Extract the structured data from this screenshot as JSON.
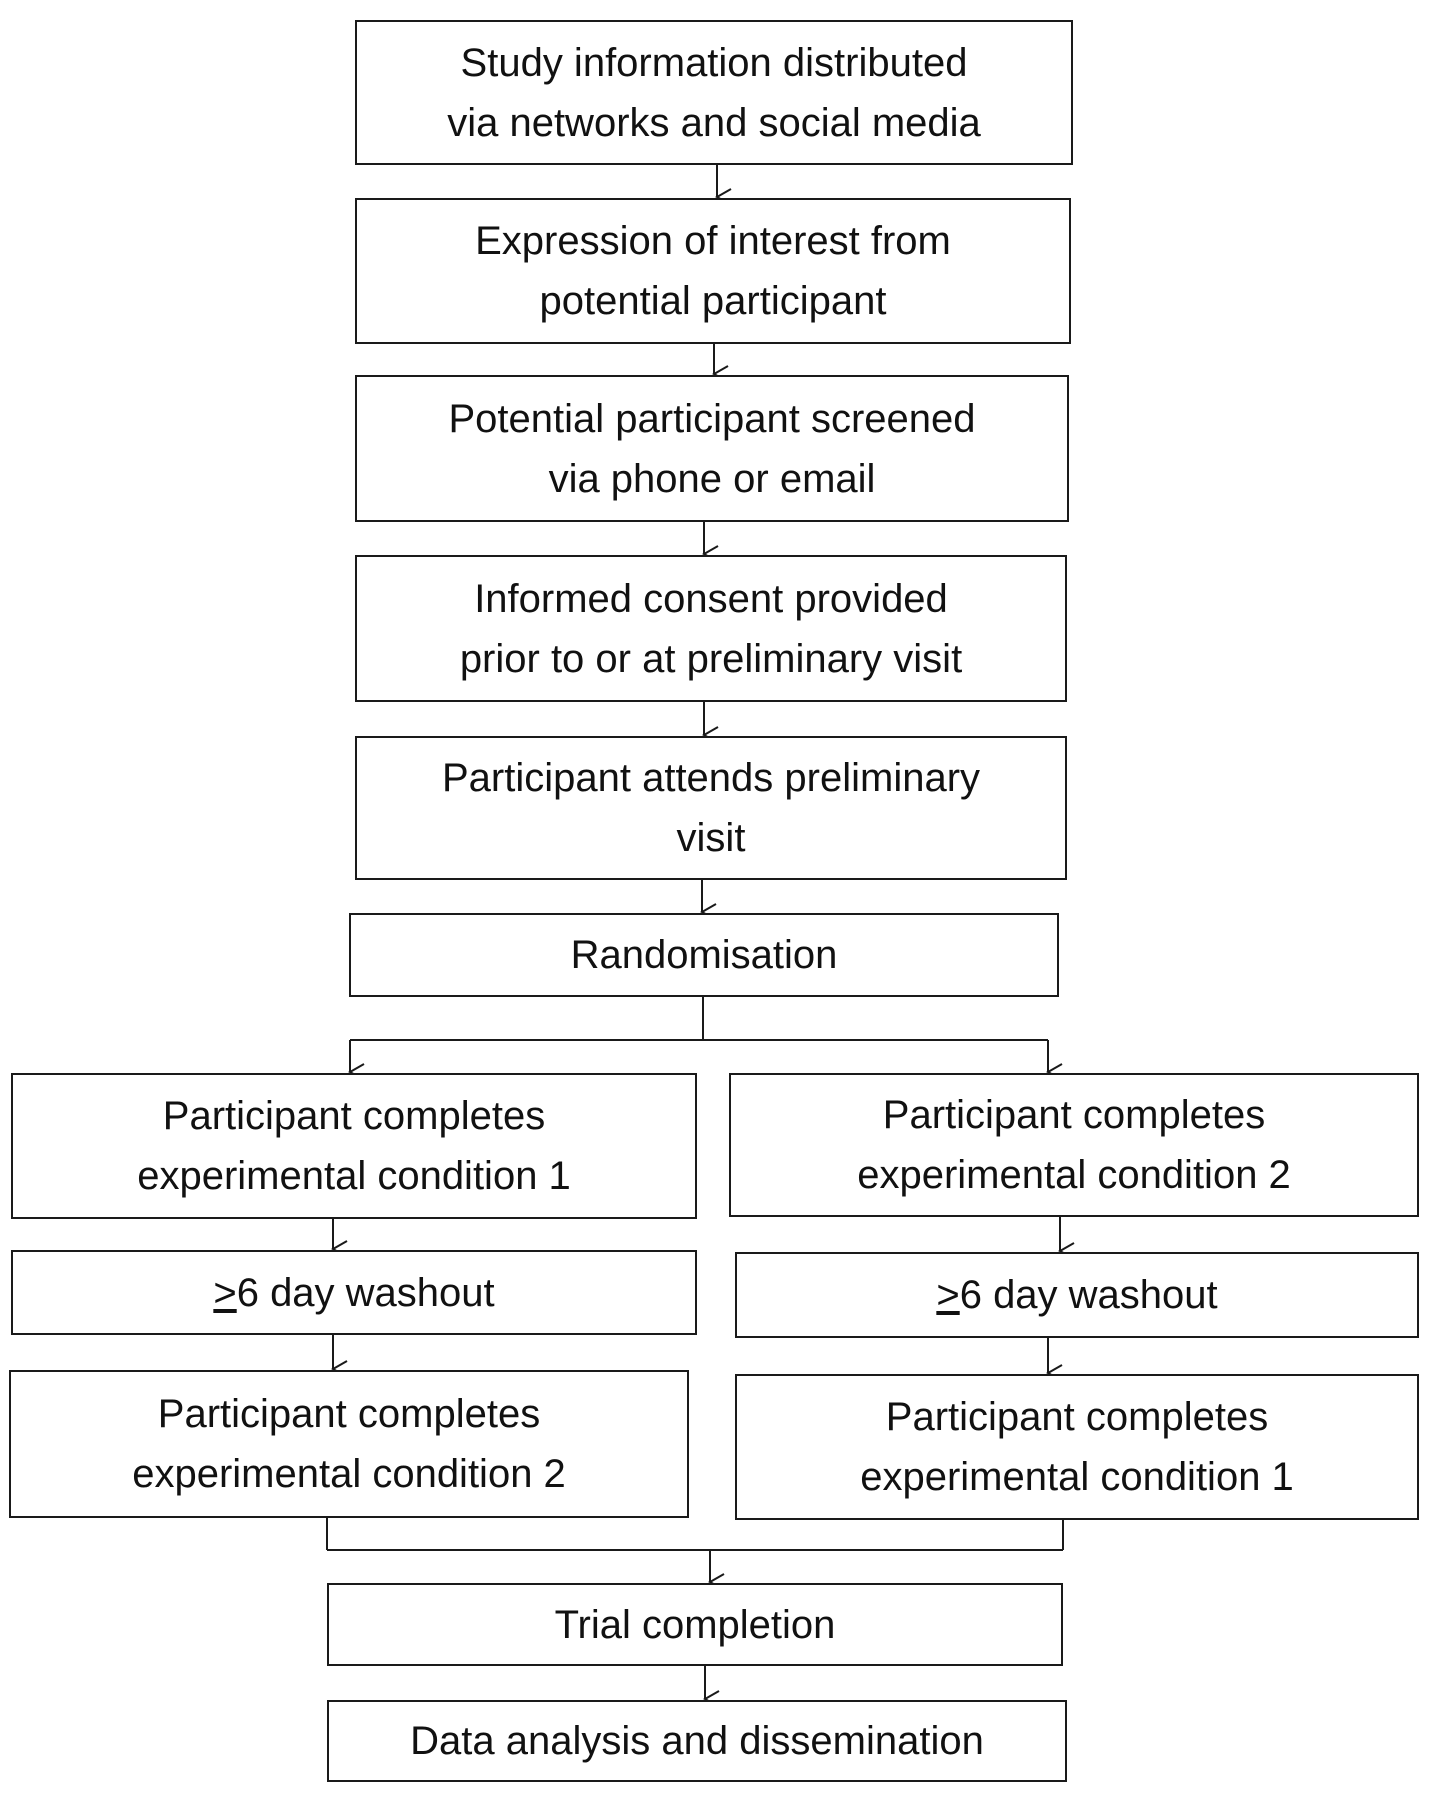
{
  "flowchart": {
    "steps": [
      {
        "line1": "Study information distributed",
        "line2": "via networks and social media"
      },
      {
        "line1": "Expression of interest from",
        "line2": "potential participant"
      },
      {
        "line1": "Potential participant screened",
        "line2": "via phone or email"
      },
      {
        "line1": "Informed consent provided",
        "line2": "prior to or at preliminary visit"
      },
      {
        "line1": "Participant attends preliminary",
        "line2": "visit"
      }
    ],
    "randomisation": "Randomisation",
    "left_arm": {
      "first": {
        "line1": "Participant completes",
        "line2": "experimental condition 1"
      },
      "washout": {
        "symbol": ">",
        "text": "6 day washout"
      },
      "second": {
        "line1": "Participant completes",
        "line2": "experimental condition 2"
      }
    },
    "right_arm": {
      "first": {
        "line1": "Participant completes",
        "line2": "experimental condition 2"
      },
      "washout": {
        "symbol": ">",
        "text": "6 day washout"
      },
      "second": {
        "line1": "Participant completes",
        "line2": "experimental condition 1"
      }
    },
    "trial_completion": "Trial completion",
    "analysis": "Data analysis and dissemination"
  },
  "colors": {
    "stroke": "#1a1a1a",
    "background": "#ffffff",
    "text": "#111111"
  }
}
